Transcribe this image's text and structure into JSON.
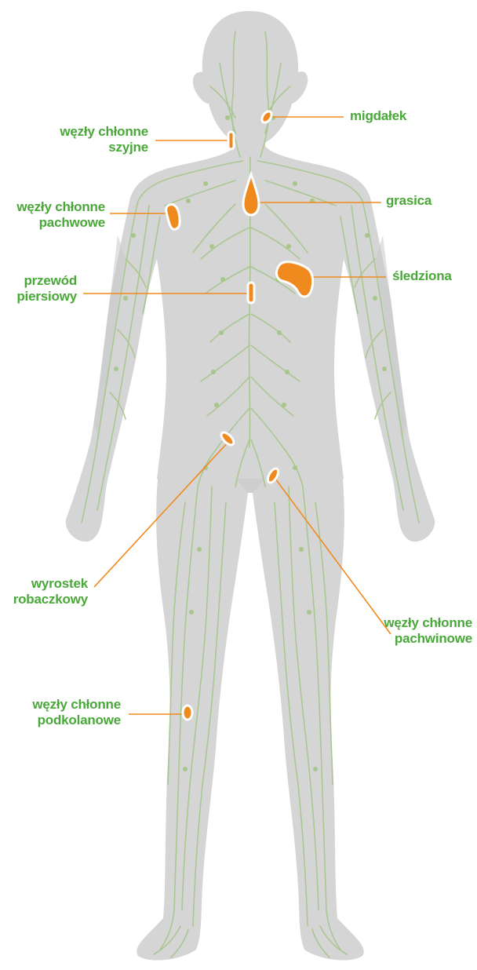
{
  "colors": {
    "body": "#d5d5d5",
    "body_shadow": "#c6c6c6",
    "vessel": "#a6c68a",
    "organ": "#f08a1e",
    "organ_outline": "#ffffff",
    "leader": "#f08a1e",
    "label_text": "#4aa83a"
  },
  "labels": {
    "tonsil": "migdałek",
    "cervical": {
      "line1": "węzły chłonne",
      "line2": "szyjne"
    },
    "thymus": "grasica",
    "axillary": {
      "line1": "węzły chłonne",
      "line2": "pachwowe"
    },
    "spleen": "śledziona",
    "thoracic_duct": {
      "line1": "przewód",
      "line2": "piersiowy"
    },
    "appendix": {
      "line1": "wyrostek",
      "line2": "robaczkowy"
    },
    "inguinal": {
      "line1": "węzły chłonne",
      "line2": "pachwinowe"
    },
    "popliteal": {
      "line1": "węzły chłonne",
      "line2": "podkolanowe"
    }
  }
}
